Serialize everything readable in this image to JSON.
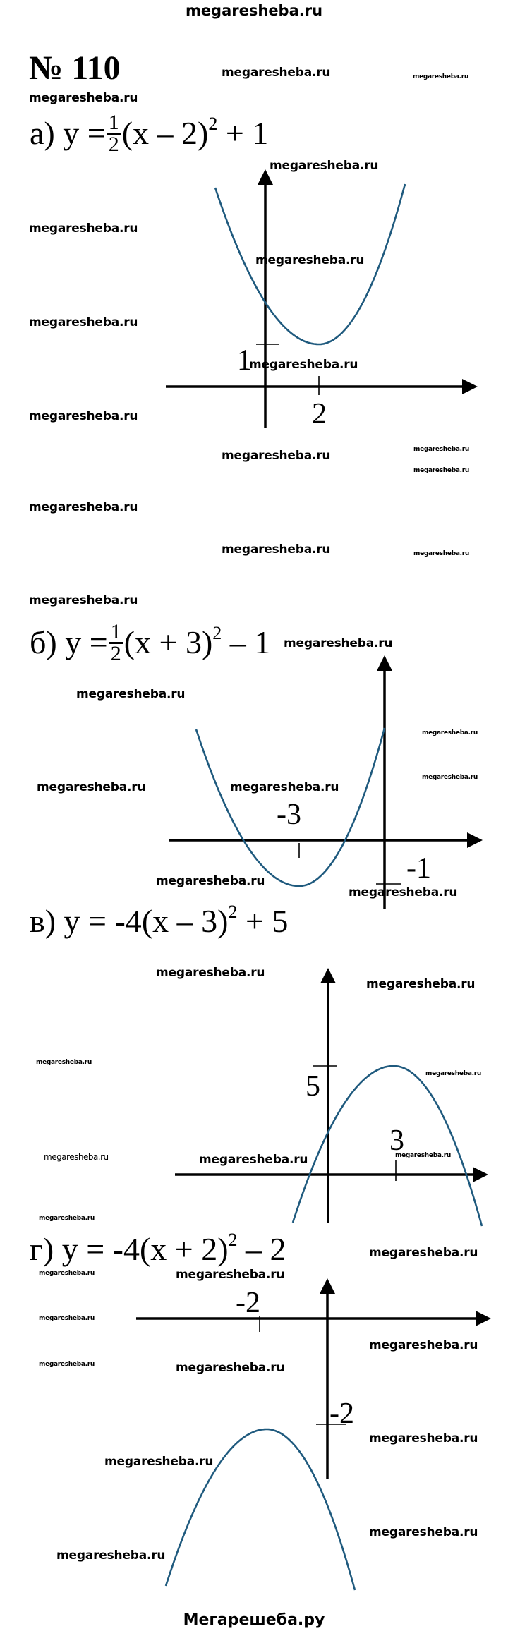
{
  "header": {
    "site": "megaresheba.ru"
  },
  "problem_number": "№ 110",
  "watermark": "megaresheba.ru",
  "parts": [
    {
      "label": "а)",
      "lhs": "y =",
      "frac_num": "1",
      "frac_den": "2",
      "expr": "(x – 2)",
      "exp": "2",
      "tail": " + 1",
      "tick_labels": {
        "x": "2",
        "y": "1"
      }
    },
    {
      "label": "б)",
      "lhs": "y =",
      "frac_num": "1",
      "frac_den": "2",
      "expr": "(x + 3)",
      "exp": "2",
      "tail": " – 1",
      "tick_labels": {
        "x": "-3",
        "y": "-1"
      }
    },
    {
      "label": "в)",
      "lhs": "y = -4",
      "expr": "(x – 3)",
      "exp": "2",
      "tail": " + 5",
      "tick_labels": {
        "x": "3",
        "y": "5"
      }
    },
    {
      "label": "г)",
      "lhs": "y = -4",
      "expr": "(x + 2)",
      "exp": "2",
      "tail": " – 2",
      "tick_labels": {
        "x": "-2",
        "y": "-2"
      }
    }
  ],
  "colors": {
    "curve": "#1f5a7e",
    "axis": "#000000"
  },
  "footer": {
    "site": "Мегарешеба.ру"
  }
}
